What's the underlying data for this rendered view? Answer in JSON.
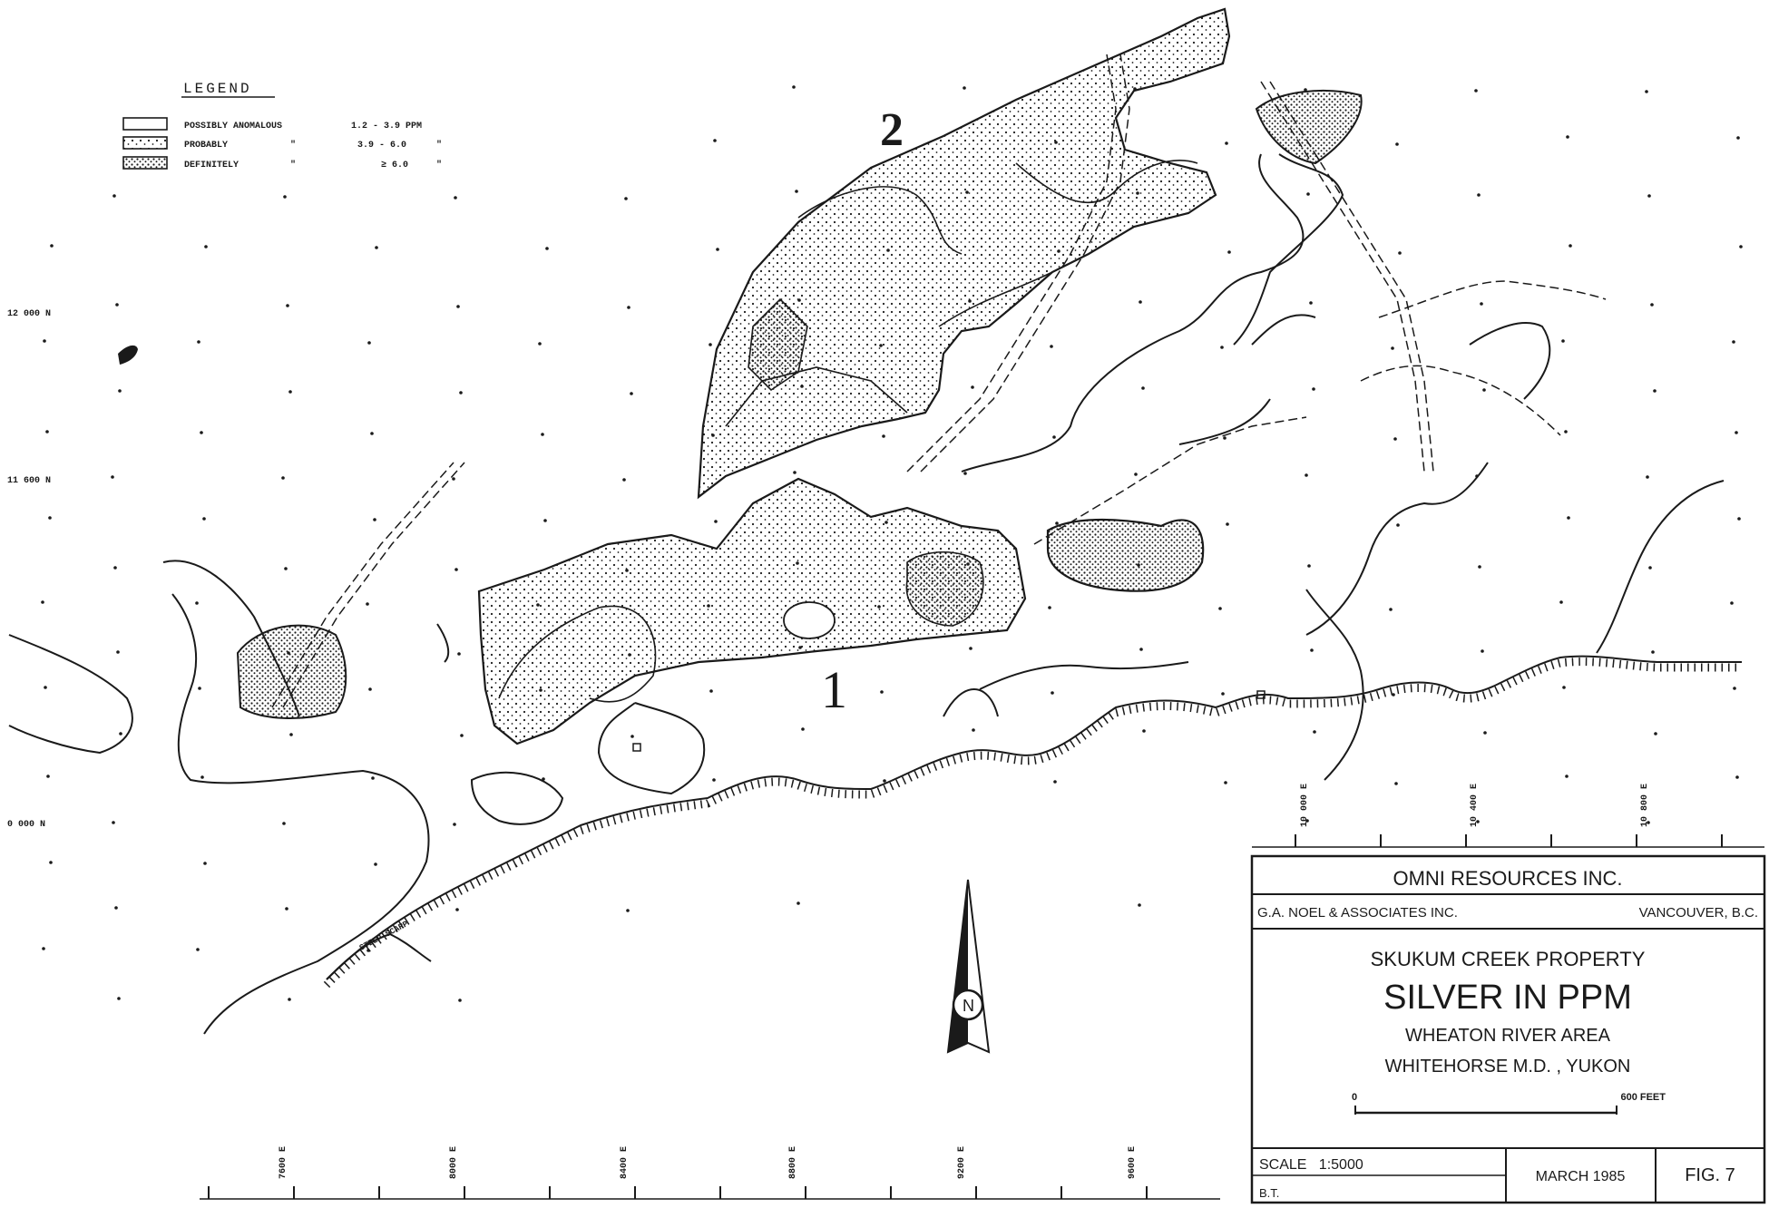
{
  "legend": {
    "title": "LEGEND",
    "items": [
      {
        "label": "POSSIBLY ANOMALOUS",
        "range": "1.2 - 3.9 PPM"
      },
      {
        "label": "PROBABLY",
        "ditto": "\"",
        "range": "3.9 - 6.0",
        "ditto2": "\""
      },
      {
        "label": "DEFINITELY",
        "ditto": "\"",
        "range": "≥ 6.0",
        "ditto2": "\""
      }
    ]
  },
  "anomaly_labels": {
    "zone1": "1",
    "zone2": "2"
  },
  "northings": [
    "12 000 N",
    "11 600 N",
    "0 000 N"
  ],
  "eastings_bottom": [
    "7600 E",
    "8000 E",
    "8400 E",
    "8800 E",
    "9200 E",
    "9600 E"
  ],
  "eastings_right": [
    "10 000 E",
    "10 400 E",
    "10 800 E"
  ],
  "features": {
    "steep_scarp": "STEEP SCARP",
    "north": "N"
  },
  "titleblock": {
    "company": "OMNI RESOURCES INC.",
    "consultant": "G.A. NOEL & ASSOCIATES INC.",
    "city": "VANCOUVER, B.C.",
    "property": "SKUKUM CREEK PROPERTY",
    "map_title": "SILVER IN PPM",
    "area": "WHEATON RIVER AREA",
    "district": "WHITEHORSE M.D. , YUKON",
    "scale_start": "0",
    "scale_end": "600 FEET",
    "scale": "SCALE   1:5000",
    "drawn": "B.T.",
    "date": "MARCH 1985",
    "figure": "FIG. 7"
  },
  "colors": {
    "ink": "#1a1a1a",
    "paper": "#ffffff"
  }
}
